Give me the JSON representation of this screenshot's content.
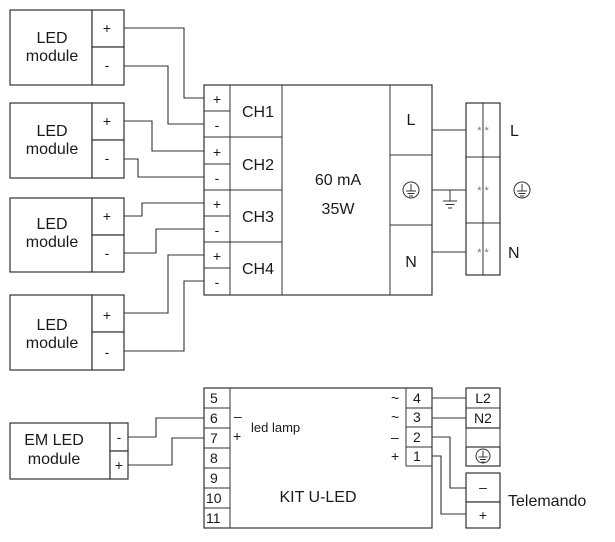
{
  "led_modules": [
    {
      "label_line1": "LED",
      "label_line2": "module",
      "plus": "+",
      "minus": "-"
    },
    {
      "label_line1": "LED",
      "label_line2": "module",
      "plus": "+",
      "minus": "-"
    },
    {
      "label_line1": "LED",
      "label_line2": "module",
      "plus": "+",
      "minus": "-"
    },
    {
      "label_line1": "LED",
      "label_line2": "module",
      "plus": "+",
      "minus": "-"
    }
  ],
  "driver": {
    "channels": [
      {
        "label": "CH1",
        "plus": "+",
        "minus": "-"
      },
      {
        "label": "CH2",
        "plus": "+",
        "minus": "-"
      },
      {
        "label": "CH3",
        "plus": "+",
        "minus": "-"
      },
      {
        "label": "CH4",
        "plus": "+",
        "minus": "-"
      }
    ],
    "current": "60 mA",
    "power": "35W",
    "terminal_l": "L",
    "terminal_n": "N"
  },
  "mains": {
    "l_label": "L",
    "n_label": "N",
    "dots": "* *"
  },
  "em_module": {
    "label_line1": "EM LED",
    "label_line2": "module",
    "minus": "-",
    "plus": "+"
  },
  "kit": {
    "name": "KIT U-LED",
    "left_terminals": [
      "5",
      "6",
      "7",
      "8",
      "9",
      "10",
      "11"
    ],
    "led_lamp_label": "led lamp",
    "led_minus": "–",
    "led_plus": "+",
    "right_terminals": [
      "4",
      "3",
      "2",
      "1"
    ],
    "right_signs": [
      "~",
      "~",
      "–",
      "+"
    ]
  },
  "supply_block": {
    "l2": "L2",
    "n2": "N2",
    "minus": "–",
    "plus": "+"
  },
  "telemando_label": "Telemando"
}
